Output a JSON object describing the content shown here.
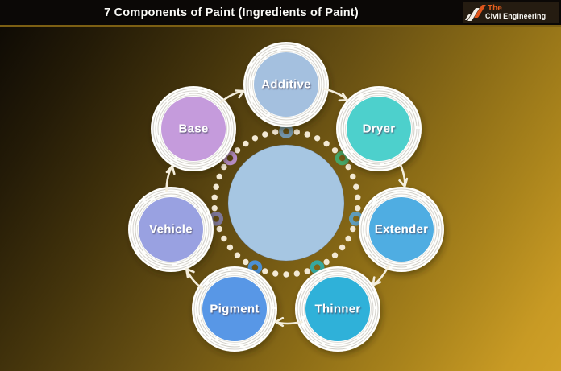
{
  "header": {
    "title": "7 Components of Paint (Ingredients of Paint)",
    "logo": {
      "word_top": "The",
      "word_bottom": "Civil Engineering"
    }
  },
  "diagram": {
    "center_color": "#a6c6e2",
    "dot_color": "#f3e9d4",
    "arrow_color": "#f4eedd",
    "ring_color": "#fefefc",
    "nodes": [
      {
        "label": "Additive",
        "color": "#a4c0df",
        "donut_color": "#7396ab"
      },
      {
        "label": "Dryer",
        "color": "#4dd0cc",
        "donut_color": "#46a567"
      },
      {
        "label": "Extender",
        "color": "#4fade2",
        "donut_color": "#5f9cbb"
      },
      {
        "label": "Thinner",
        "color": "#2fb1d9",
        "donut_color": "#36a89e"
      },
      {
        "label": "Pigment",
        "color": "#5897e6",
        "donut_color": "#4b8fd3"
      },
      {
        "label": "Vehicle",
        "color": "#99a1e1",
        "donut_color": "#7d7698"
      },
      {
        "label": "Base",
        "color": "#c59bdc",
        "donut_color": "#b68cc6"
      }
    ],
    "background": {
      "dark_corner": "#0b0804",
      "gold_corner": "#d0a128"
    },
    "header_bg": "#0b0806"
  }
}
